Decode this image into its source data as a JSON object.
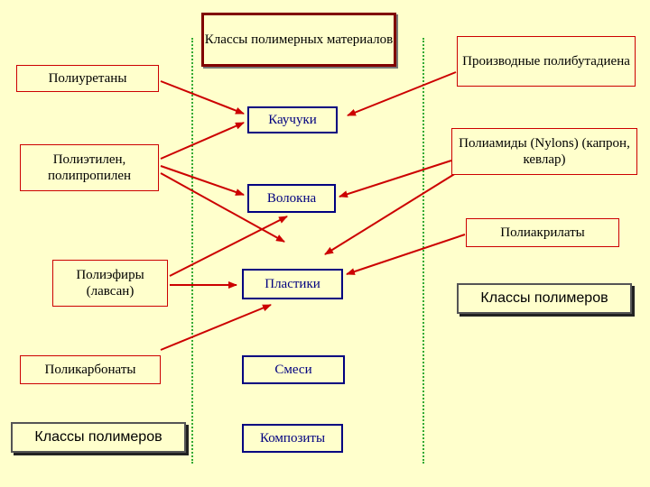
{
  "title": "Классы полимерных материалов",
  "sources_left": {
    "polyurethanes": "Полиуретаны",
    "polyethylene": "Полиэтилен, полипропилен",
    "polyesters": "Полиэфиры (лавсан)",
    "polycarbonates": "Поликарбонаты"
  },
  "sources_right": {
    "polybutadiene": "Производные полибутадиена",
    "polyamides": "Полиамиды (Nylons) (капрон, кевлар)",
    "polyacrylates": "Полиакрилаты"
  },
  "classes": {
    "rubbers": "Каучуки",
    "fibers": "Волокна",
    "plastics": "Пластики",
    "blends": "Смеси",
    "composites": "Композиты"
  },
  "buttons": {
    "left": "Классы полимеров",
    "right": "Классы полимеров"
  },
  "colors": {
    "background": "#FFFFCC",
    "arrow": "#CC0000",
    "class_box": "#000080",
    "divider": "#33AA33"
  }
}
